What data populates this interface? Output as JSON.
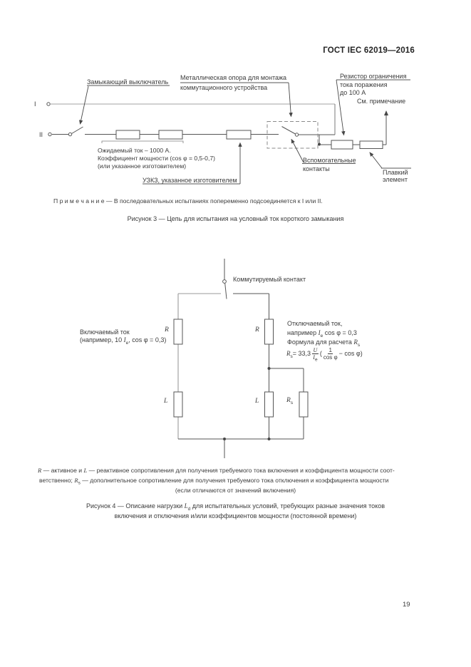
{
  "page": {
    "header": "ГОСТ IEC 62019—2016",
    "number": "19"
  },
  "fig3": {
    "line1": "I",
    "line2": "II",
    "closing_switch": "Замыкающий выключатель",
    "metal1": "Металлическая опора для монтажа",
    "metal2": "коммутационного устройства",
    "limiter1": "Резистор ограничения",
    "limiter2": "тока поражения",
    "limiter3": "до 100 А",
    "see_note": "См. примечание",
    "expected": "Ожидаемый ток – 1000 А.",
    "cos": "Коэффициент мощности (cos φ = 0,5-0,7)",
    "or_spec": "(или указанное изготовителем)",
    "uzkz": "УЗКЗ, указанное изготовителем",
    "aux1": "Вспомогательные",
    "aux2": "контакты",
    "fuse1": "Плавкий",
    "fuse2": "элемент",
    "note": "П р и м е ч а н и е — В последовательных испытаниях попеременно подсоединяется к I или II.",
    "caption": "Рисунок 3 — Цепь для испытания на условный ток короткого замыкания"
  },
  "fig4": {
    "contact": "Коммутируемый контакт",
    "r": "R",
    "l": "L",
    "rs_var": "R",
    "rs_sub": "s",
    "making1": "Включаемый ток",
    "making2_pre": "(например, 10 ",
    "making2_var": "I",
    "making2_sub": "e",
    "making2_post": ", cos φ = 0,3)",
    "breaking1": "Отключаемый ток,",
    "breaking2_pre": "например ",
    "breaking2_var": "I",
    "breaking2_sub": "e",
    "breaking2_post": " cos φ = 0,3",
    "breaking3_pre": "Формула для расчета ",
    "breaking3_var": "R",
    "breaking3_sub": "s",
    "formula": {
      "lhs": "R",
      "lhs_sub": "s",
      "eq": "= 33,3",
      "num": "U",
      "den": "I",
      "den_sub": "e",
      "open": "(",
      "fnum": "1",
      "fden": "cos φ",
      "tail": "− cos φ)"
    },
    "desc1_var1": "R",
    "desc1_m": " — активное и ",
    "desc1_var2": "L",
    "desc1_rest": " — реактивное сопротивления для получения требуемого тока включения и коэффициента мощности соот-",
    "desc2_pre": "ветственно; ",
    "desc2_var": "R",
    "desc2_sub": "s",
    "desc2_rest": " — дополнительное сопротивление для получения требуемого тока отключения и коэффициента мощности",
    "desc3": "(если отличаются от значений включения)",
    "cap1_pre": "Рисунок 4 — Описание нагрузки ",
    "cap1_var": "L",
    "cap1_sub": "d",
    "cap1_post": " для испытательных условий, требующих разные значения токов",
    "cap2": "включения и отключения и/или коэффициентов мощности (постоянной времени)"
  }
}
